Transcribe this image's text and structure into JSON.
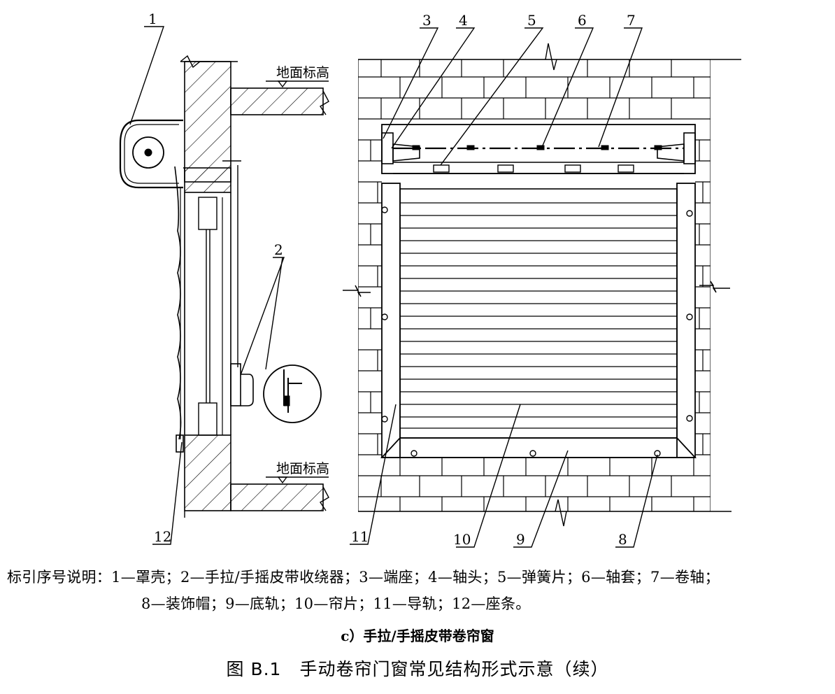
{
  "callouts": {
    "n1": "1",
    "n2": "2",
    "n3": "3",
    "n4": "4",
    "n5": "5",
    "n6": "6",
    "n7": "7",
    "n8": "8",
    "n9": "9",
    "n10": "10",
    "n11": "11",
    "n12": "12"
  },
  "floor_label_top": "地面标高",
  "floor_label_bottom": "地面标高",
  "legend": {
    "line1": "标引序号说明：1—罩壳；2—手拉/手摇皮带收绕器；3—端座；4—轴头；5—弹簧片；6—轴套；7—卷轴；",
    "line2": "8—装饰帽；9—底轨；10—帘片；11—导轨；12—座条。"
  },
  "subcaption": "c）手拉/手摇皮带卷帘窗",
  "figure_caption": "图 B.1　手动卷帘门窗常见结构形式示意（续）"
}
